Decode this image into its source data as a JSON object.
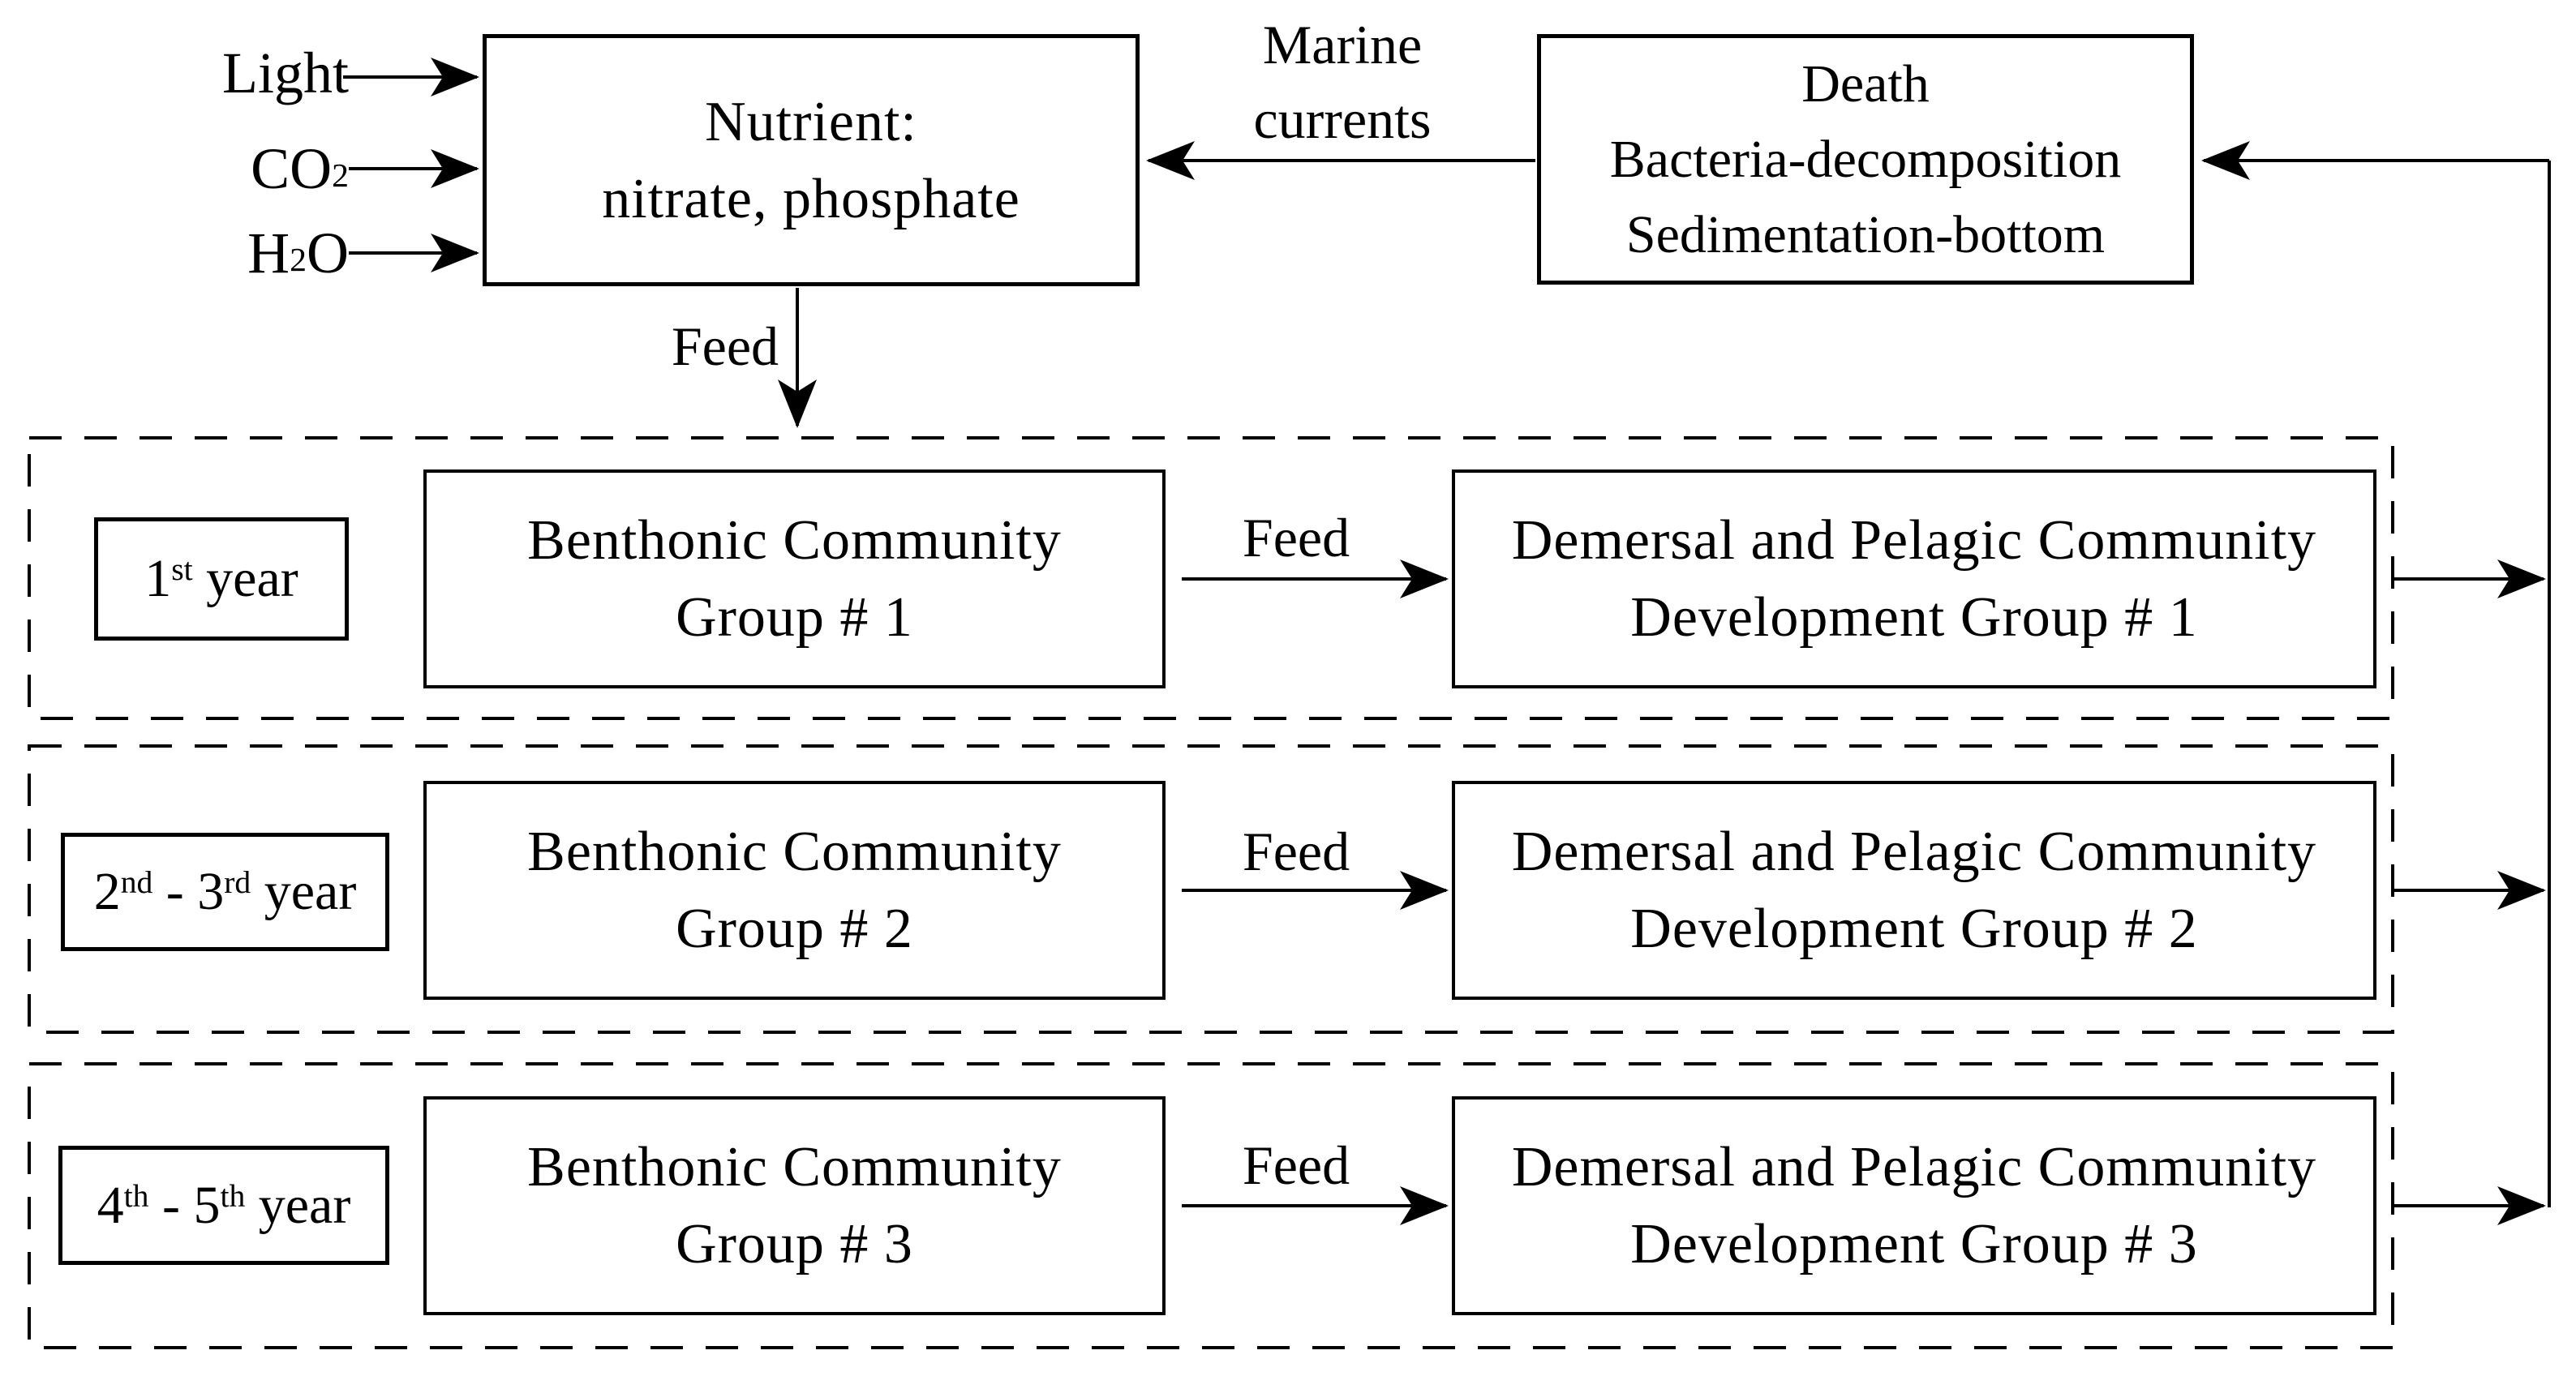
{
  "colors": {
    "ink": "#000000",
    "background": "#ffffff"
  },
  "top": {
    "inputs": [
      {
        "b1": "Light",
        "sub": "",
        "b2": ""
      },
      {
        "b1": "CO",
        "sub": "2",
        "b2": ""
      },
      {
        "b1": "H",
        "sub": "2",
        "b2": "O"
      }
    ],
    "nutrient_box": {
      "line1": "Nutrient:",
      "line2": "nitrate, phosphate"
    },
    "feed_label": "Feed",
    "marine_label": {
      "line1": "Marine",
      "line2": "currents"
    },
    "death_box": {
      "line1": "Death",
      "line2": "Bacteria-decomposition",
      "line3": "Sedimentation-bottom"
    }
  },
  "rows": [
    {
      "year": {
        "b1": "1",
        "s1": "st",
        "b2": " year",
        "s2": "",
        "b3": ""
      },
      "benthonic": {
        "line1": "Benthonic Community",
        "line2": "Group # 1"
      },
      "feed_label": "Feed",
      "demersal": {
        "line1": "Demersal and Pelagic Community",
        "line2": "Development Group # 1"
      }
    },
    {
      "year": {
        "b1": "2",
        "s1": "nd",
        "b2": " - 3",
        "s2": "rd",
        "b3": " year"
      },
      "benthonic": {
        "line1": "Benthonic Community",
        "line2": "Group # 2"
      },
      "feed_label": "Feed",
      "demersal": {
        "line1": "Demersal and Pelagic Community",
        "line2": "Development Group # 2"
      }
    },
    {
      "year": {
        "b1": "4",
        "s1": "th",
        "b2": " - 5",
        "s2": "th",
        "b3": " year"
      },
      "benthonic": {
        "line1": "Benthonic Community",
        "line2": "Group # 3"
      },
      "feed_label": "Feed",
      "demersal": {
        "line1": "Demersal and Pelagic Community",
        "line2": "Development Group # 3"
      }
    }
  ]
}
